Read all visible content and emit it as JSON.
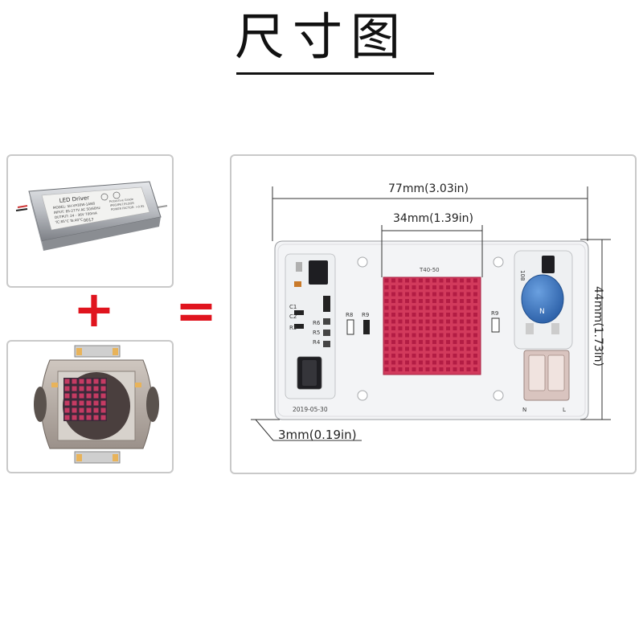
{
  "title": "尺寸图",
  "operators": {
    "plus": "+",
    "equals": "="
  },
  "driver": {
    "heading": "LED Driver",
    "lines": [
      "MODEL: SH-VP30W-1AN8",
      "INPUT: 85-277V AC 50/60Hz",
      "OUTPUT: 24 - 36V   700mA",
      "TC:85°C    Ta:40°C"
    ],
    "side_lines": [
      "Protective Grade",
      "IP66/IP67/FLOOR",
      "POWER FACTOR: >0.95"
    ],
    "batch": "0017"
  },
  "module": {
    "chip_label": "T40-50",
    "date_code": "2019-05-30",
    "components": [
      "C1",
      "C2",
      "R3",
      "R6",
      "R5",
      "R4",
      "R8",
      "R9",
      "R9",
      "108"
    ],
    "terminals": {
      "neutral": "N",
      "live": "L"
    },
    "varistor_mark": "N"
  },
  "dimensions": {
    "width": "77mm(3.03in)",
    "chip": "34mm(1.39in)",
    "height": "44mm(1.73in)",
    "offset": "3mm(0.19in)"
  },
  "colors": {
    "pcb": "#f3f4f6",
    "chip": "#cf2a55",
    "varistor": "#3b76c2",
    "terminal": "#d9c4bf",
    "operator": "#e0141e",
    "driver_case": "#b9bcc1"
  }
}
